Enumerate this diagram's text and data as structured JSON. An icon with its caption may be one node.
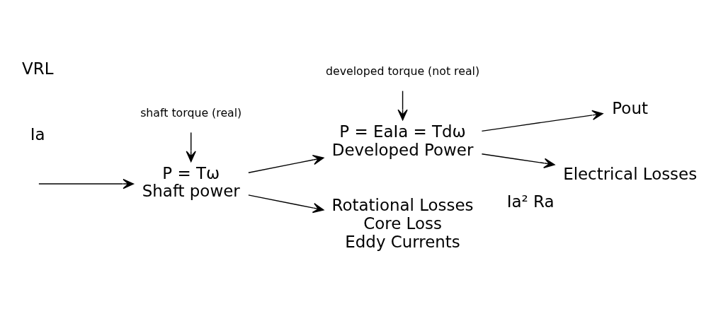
{
  "diagram": {
    "nodes": [
      {
        "text": [
          "P = Tω",
          "Shaft power"
        ]
      },
      {
        "text": [
          "P = EaIa = Tdω",
          "Developed Power"
        ]
      },
      {
        "text": [
          "Pout"
        ]
      },
      {
        "text": [
          "Rotational Losses",
          "Core Loss",
          "Eddy Currents"
        ]
      },
      {
        "text": [
          "Electrical Losses"
        ],
        "beside": [
          "Ia² Ra"
        ]
      },
      {
        "text": [
          "shaft torque (real)"
        ]
      },
      {
        "text": [
          "developed torque (not real)"
        ]
      }
    ],
    "edges": [
      {
        "from": null,
        "to": 0,
        "arrow": "to"
      },
      {
        "from": 0,
        "to": 1,
        "arrow": "to"
      },
      {
        "from": 0,
        "to": 3,
        "arrow": "to"
      },
      {
        "from": 1,
        "to": 2,
        "arrow": "to"
      },
      {
        "from": 1,
        "to": 4,
        "arrow": "to"
      },
      {
        "from": 5,
        "to": 0,
        "arrow": "to"
      },
      {
        "from": 6,
        "to": 1,
        "arrow": "to"
      }
    ],
    "labels": [
      "Ia",
      "VRL"
    ]
  }
}
